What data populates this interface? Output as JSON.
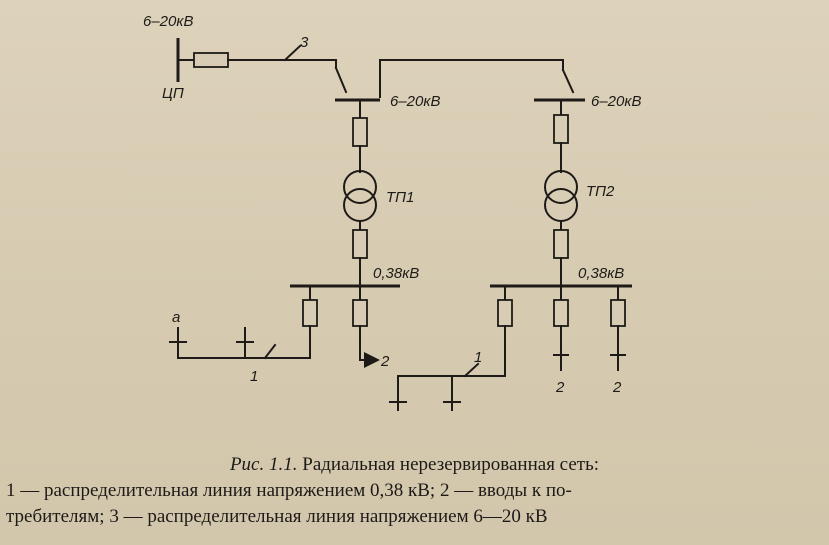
{
  "diagram": {
    "labels": {
      "source_voltage": "6–20кВ",
      "feeding_point": "ЦП",
      "line_3_marker": "3",
      "bus_left_voltage": "6–20кВ",
      "bus_right_voltage": "6–20кВ",
      "tp1": "ТП1",
      "tp2": "ТП2",
      "lv_left_voltage": "0,38кВ",
      "lv_right_voltage": "0,38кВ",
      "point_a": "а",
      "marker_1_left": "1",
      "marker_2_left": "2",
      "marker_1_right": "1",
      "marker_2_right_a": "2",
      "marker_2_right_b": "2"
    }
  },
  "caption": {
    "fig_number": "Рис. 1.1.",
    "title": "Радиальная нерезервированная сеть:",
    "line2": "1 — распределительная линия напряжением  0,38 кВ; 2 — вводы к по-",
    "line3": "требителям; 3 — распределительная линия напряжением 6—20 кВ"
  }
}
